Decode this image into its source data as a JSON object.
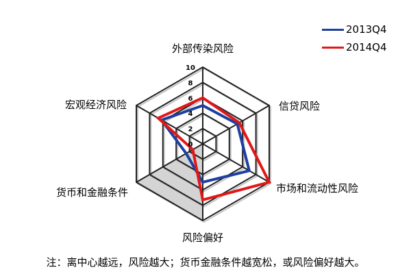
{
  "chart_data": {
    "type": "radar",
    "axes": [
      "外部传染风险",
      "信贷风险",
      "市场和流动性风险",
      "风险偏好",
      "货币和金融条件",
      "宏观经济风险"
    ],
    "rlim": [
      0,
      10
    ],
    "ticks": [
      "0",
      "2",
      "4",
      "6",
      "8",
      "10"
    ],
    "series": [
      {
        "name": "2013Q4",
        "values": [
          5.0,
          5.2,
          7.0,
          5.0,
          2.5,
          6.2
        ],
        "color": "#1f3fa0"
      },
      {
        "name": "2014Q4",
        "values": [
          6.0,
          5.5,
          10.0,
          7.3,
          1.5,
          6.7
        ],
        "color": "#e01818"
      }
    ],
    "legend_position": "top-right",
    "grid": true
  },
  "note": "注：离中心越远，风险越大；货币金融条件越宽松，或风险偏好越大。"
}
